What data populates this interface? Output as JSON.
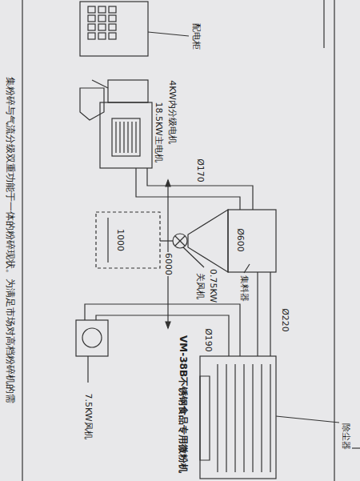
{
  "diagram": {
    "title": "VM-38B不锈钢食品专用微粉机",
    "labels": [
      "集粉碎与气流分级双重功能于一体的粉碎现状。为满足市场对高档粉碎机的需",
      "配电柜",
      "4KW内分级电机",
      "18.5KW主电机",
      "Ø170",
      "Ø600",
      "1000",
      "6000",
      "集料器",
      "关风机",
      "0.75KW",
      "Ø190",
      "Ø220",
      "7.5KW风机",
      "除尘器"
    ]
  }
}
